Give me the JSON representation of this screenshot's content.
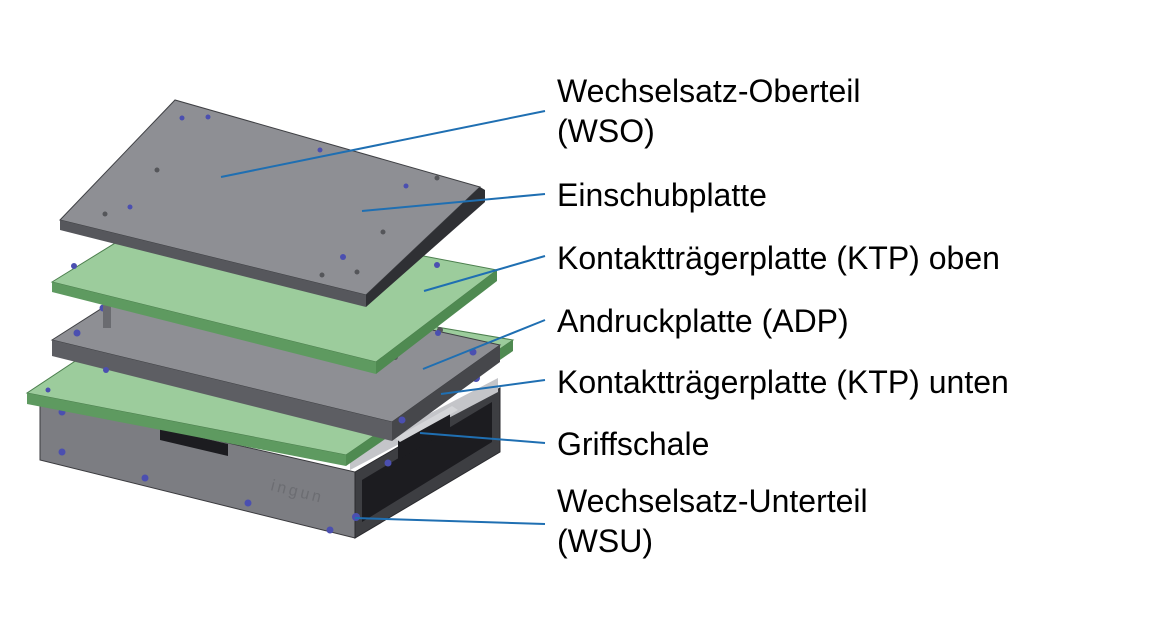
{
  "colors": {
    "leader": "#1f6fb2",
    "steel_top": "#8e8f94",
    "steel_side": "#505156",
    "pcb_top": "#9ccc9c",
    "pcb_side": "#5e9a60",
    "dark": "#1c1c20",
    "screw": "#4b4fb0"
  },
  "callouts": [
    {
      "label": "Wechselsatz-Oberteil",
      "sub": "(WSO)"
    },
    {
      "label": "Einschubplatte",
      "sub": ""
    },
    {
      "label": "Kontaktträgerplatte (KTP) oben",
      "sub": ""
    },
    {
      "label": "Andruckplatte (ADP)",
      "sub": ""
    },
    {
      "label": "Kontaktträgerplatte (KTP) unten",
      "sub": ""
    },
    {
      "label": "Griffschale",
      "sub": ""
    },
    {
      "label": "Wechselsatz-Unterteil",
      "sub": "(WSU)"
    }
  ],
  "brand_engraving": "ingun"
}
